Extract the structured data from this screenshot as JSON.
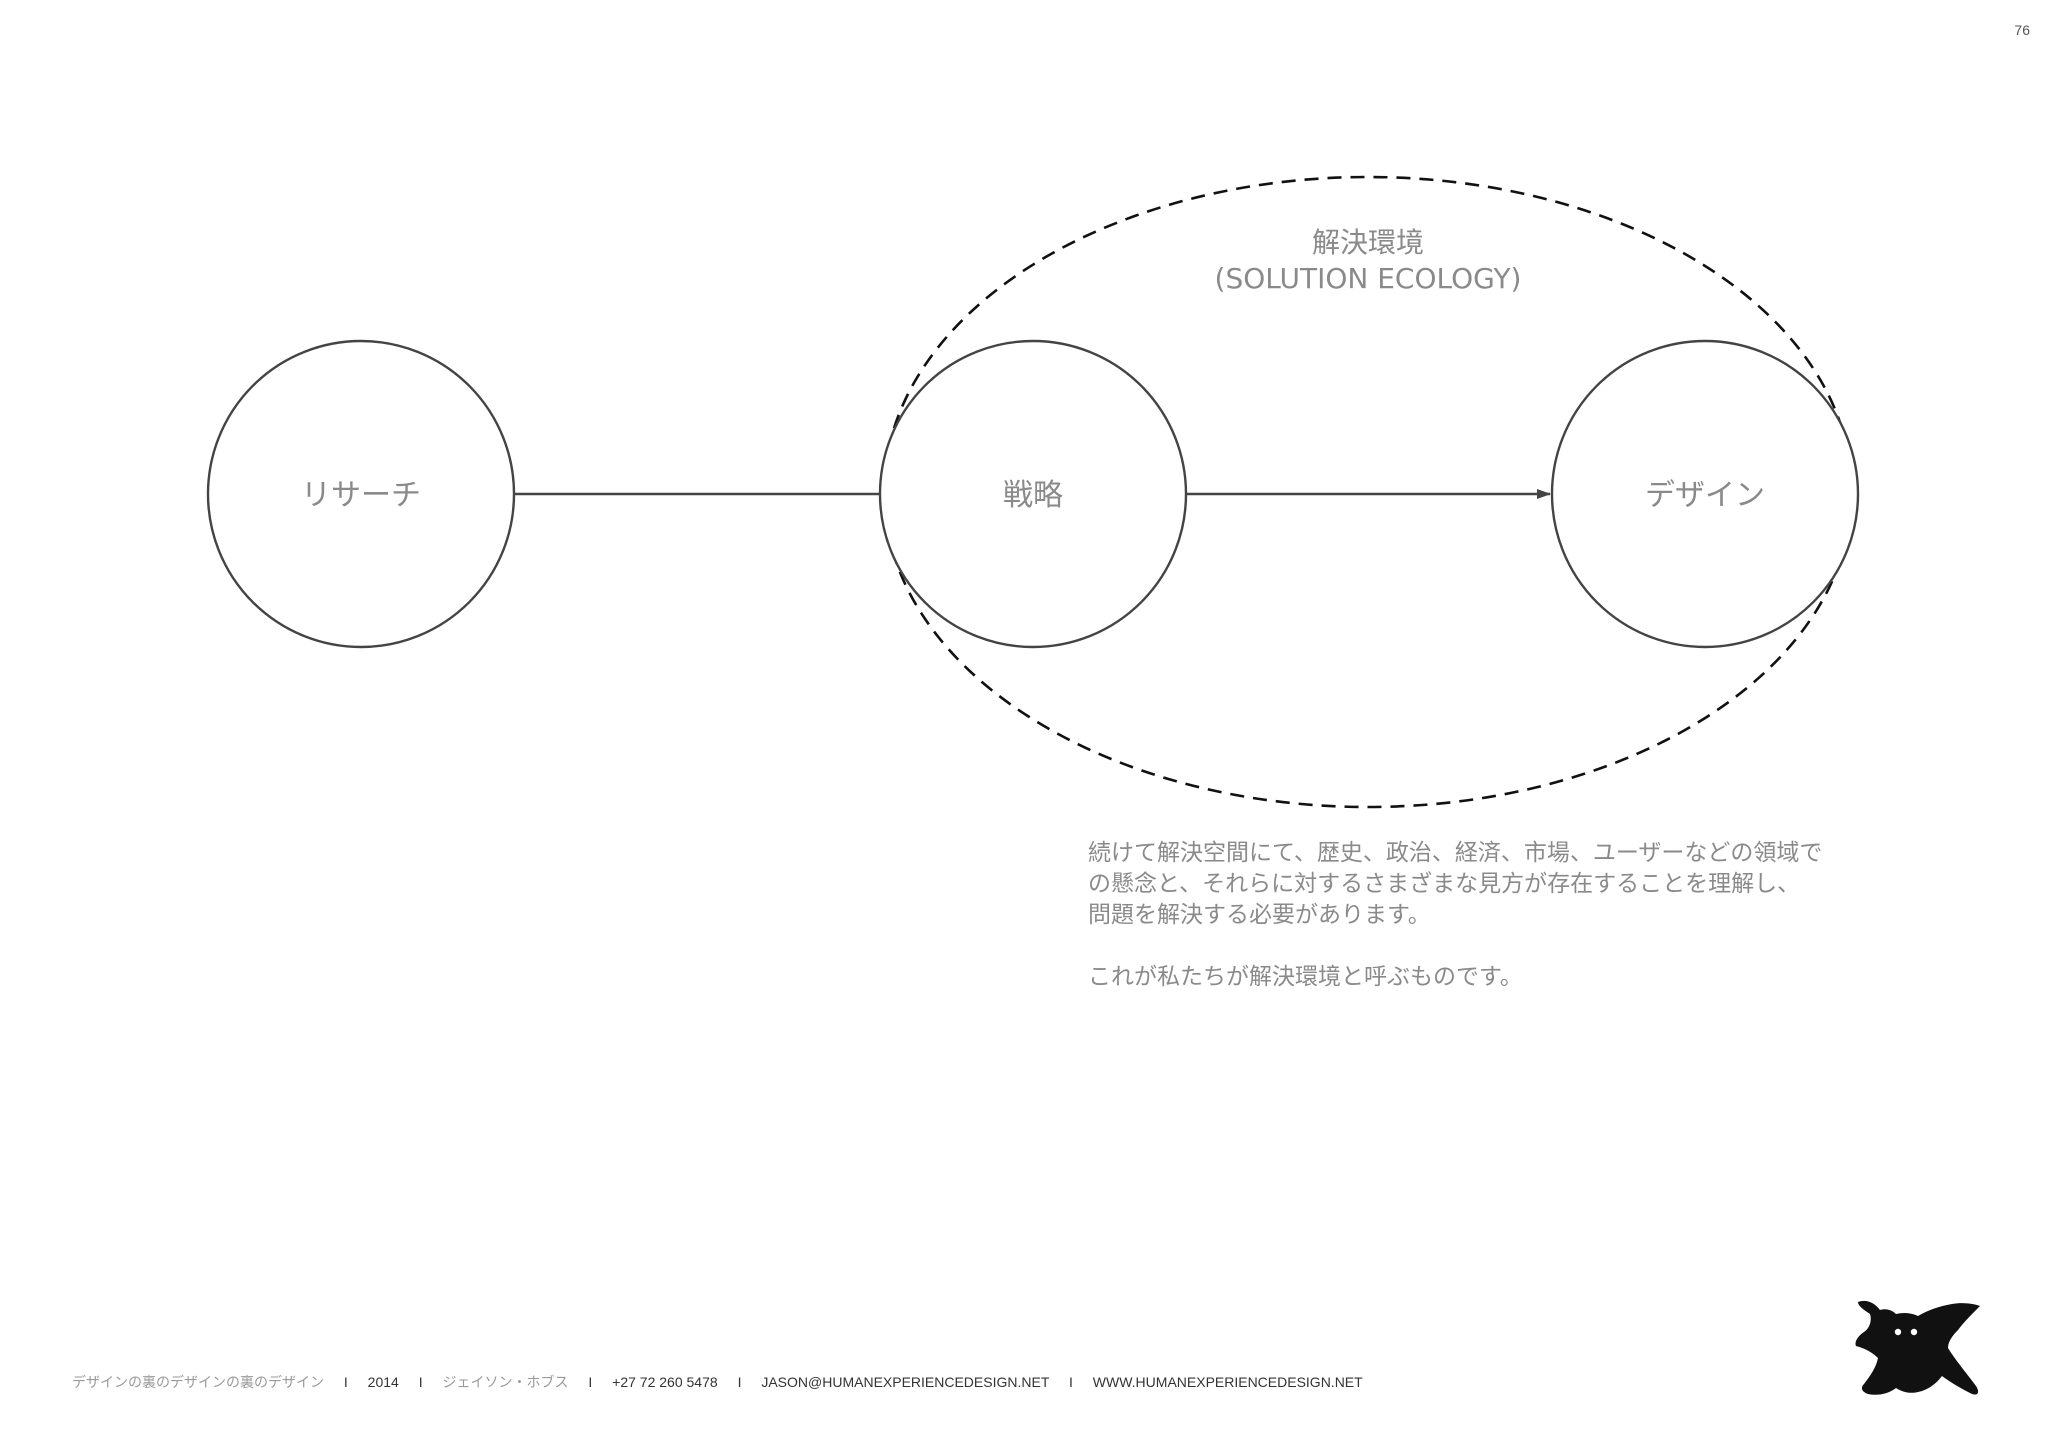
{
  "page_number": "76",
  "diagram": {
    "nodes": [
      {
        "id": "research",
        "label": "リサーチ"
      },
      {
        "id": "strategy",
        "label": "戦略"
      },
      {
        "id": "design",
        "label": "デザイン"
      }
    ],
    "ecology": {
      "label_ja": "解決環境",
      "label_en": "(SOLUTION ECOLOGY)",
      "border": "dashed"
    }
  },
  "body": {
    "paragraph1": "続けて解決空間にて、歴史、政治、経済、市場、ユーザーなどの領域で\nの懸念と、それらに対するさまざまな見方が存在することを理解し、\n問題を解決する必要があります。",
    "paragraph2": "これが私たちが解決環境と呼ぶものです。"
  },
  "footer": {
    "title": "デザインの裏のデザインの裏のデザイン",
    "year": "2014",
    "author": "ジェイソン・ホブス",
    "phone": "+27 72 260 5478",
    "email": "JASON@HUMANEXPERIENCEDESIGN.NET",
    "website": "WWW.HUMANEXPERIENCEDESIGN.NET",
    "separator": "I"
  },
  "logo": {
    "icon": "hxd-logo-icon"
  },
  "colors": {
    "stroke": "#444444",
    "text": "#8a8a8a",
    "logo": "#111111"
  }
}
